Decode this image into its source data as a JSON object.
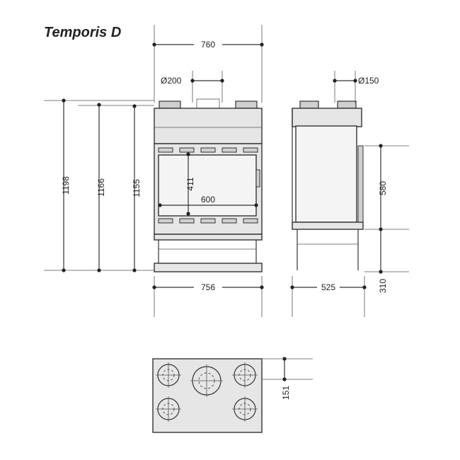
{
  "title": "Temporis D",
  "dimensions": {
    "overall_width_top": "760",
    "flue_front": "Ø200",
    "flue_side": "Ø150",
    "height_total": "1198",
    "height_mid": "1166",
    "height_body": "1155",
    "glass_height": "411",
    "glass_width": "600",
    "front_width_bottom": "756",
    "side_depth": "525",
    "side_upper": "580",
    "side_lower": "310",
    "plan_offset": "151"
  }
}
